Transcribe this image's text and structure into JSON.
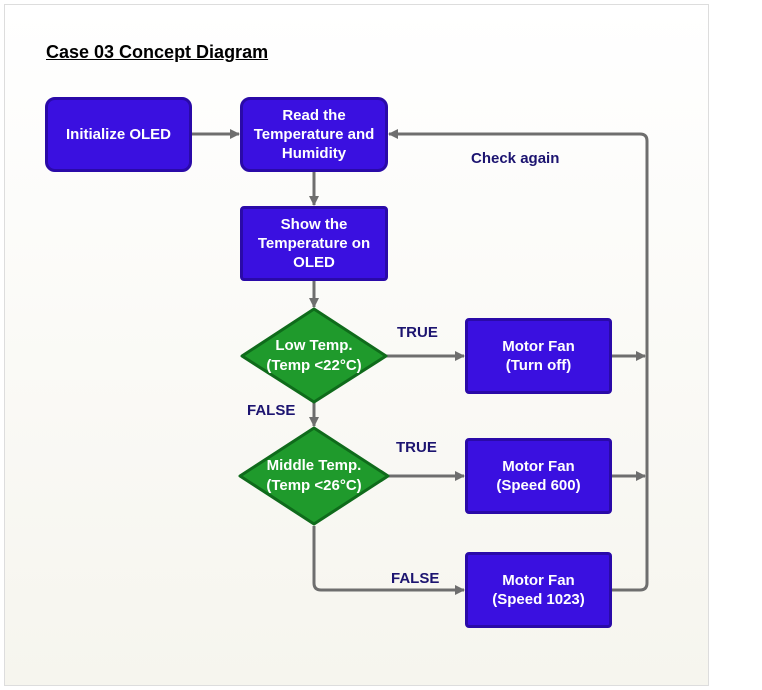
{
  "title": "Case 03 Concept Diagram",
  "nodes": {
    "init_oled": "Initialize OLED",
    "read_temp": "Read the\nTemperature and\nHumidity",
    "show_temp": "Show the\nTemperature on\nOLED",
    "low_temp": "Low Temp.\n(Temp <22°C)",
    "middle_temp": "Middle Temp.\n(Temp <26°C)",
    "fan_off": "Motor Fan\n(Turn off)",
    "fan_600": "Motor Fan\n(Speed 600)",
    "fan_1023": "Motor Fan\n(Speed 1023)"
  },
  "edge_labels": {
    "check_again": "Check again",
    "low_true": "TRUE",
    "low_false": "FALSE",
    "middle_true": "TRUE",
    "middle_false": "FALSE"
  },
  "colors": {
    "process_fill": "#3a10e0",
    "process_border": "#2a0aa8",
    "decision_fill": "#1f9a2c",
    "decision_border": "#0f6b1b",
    "arrow": "#6e6e6e",
    "label_text": "#1c1470"
  }
}
